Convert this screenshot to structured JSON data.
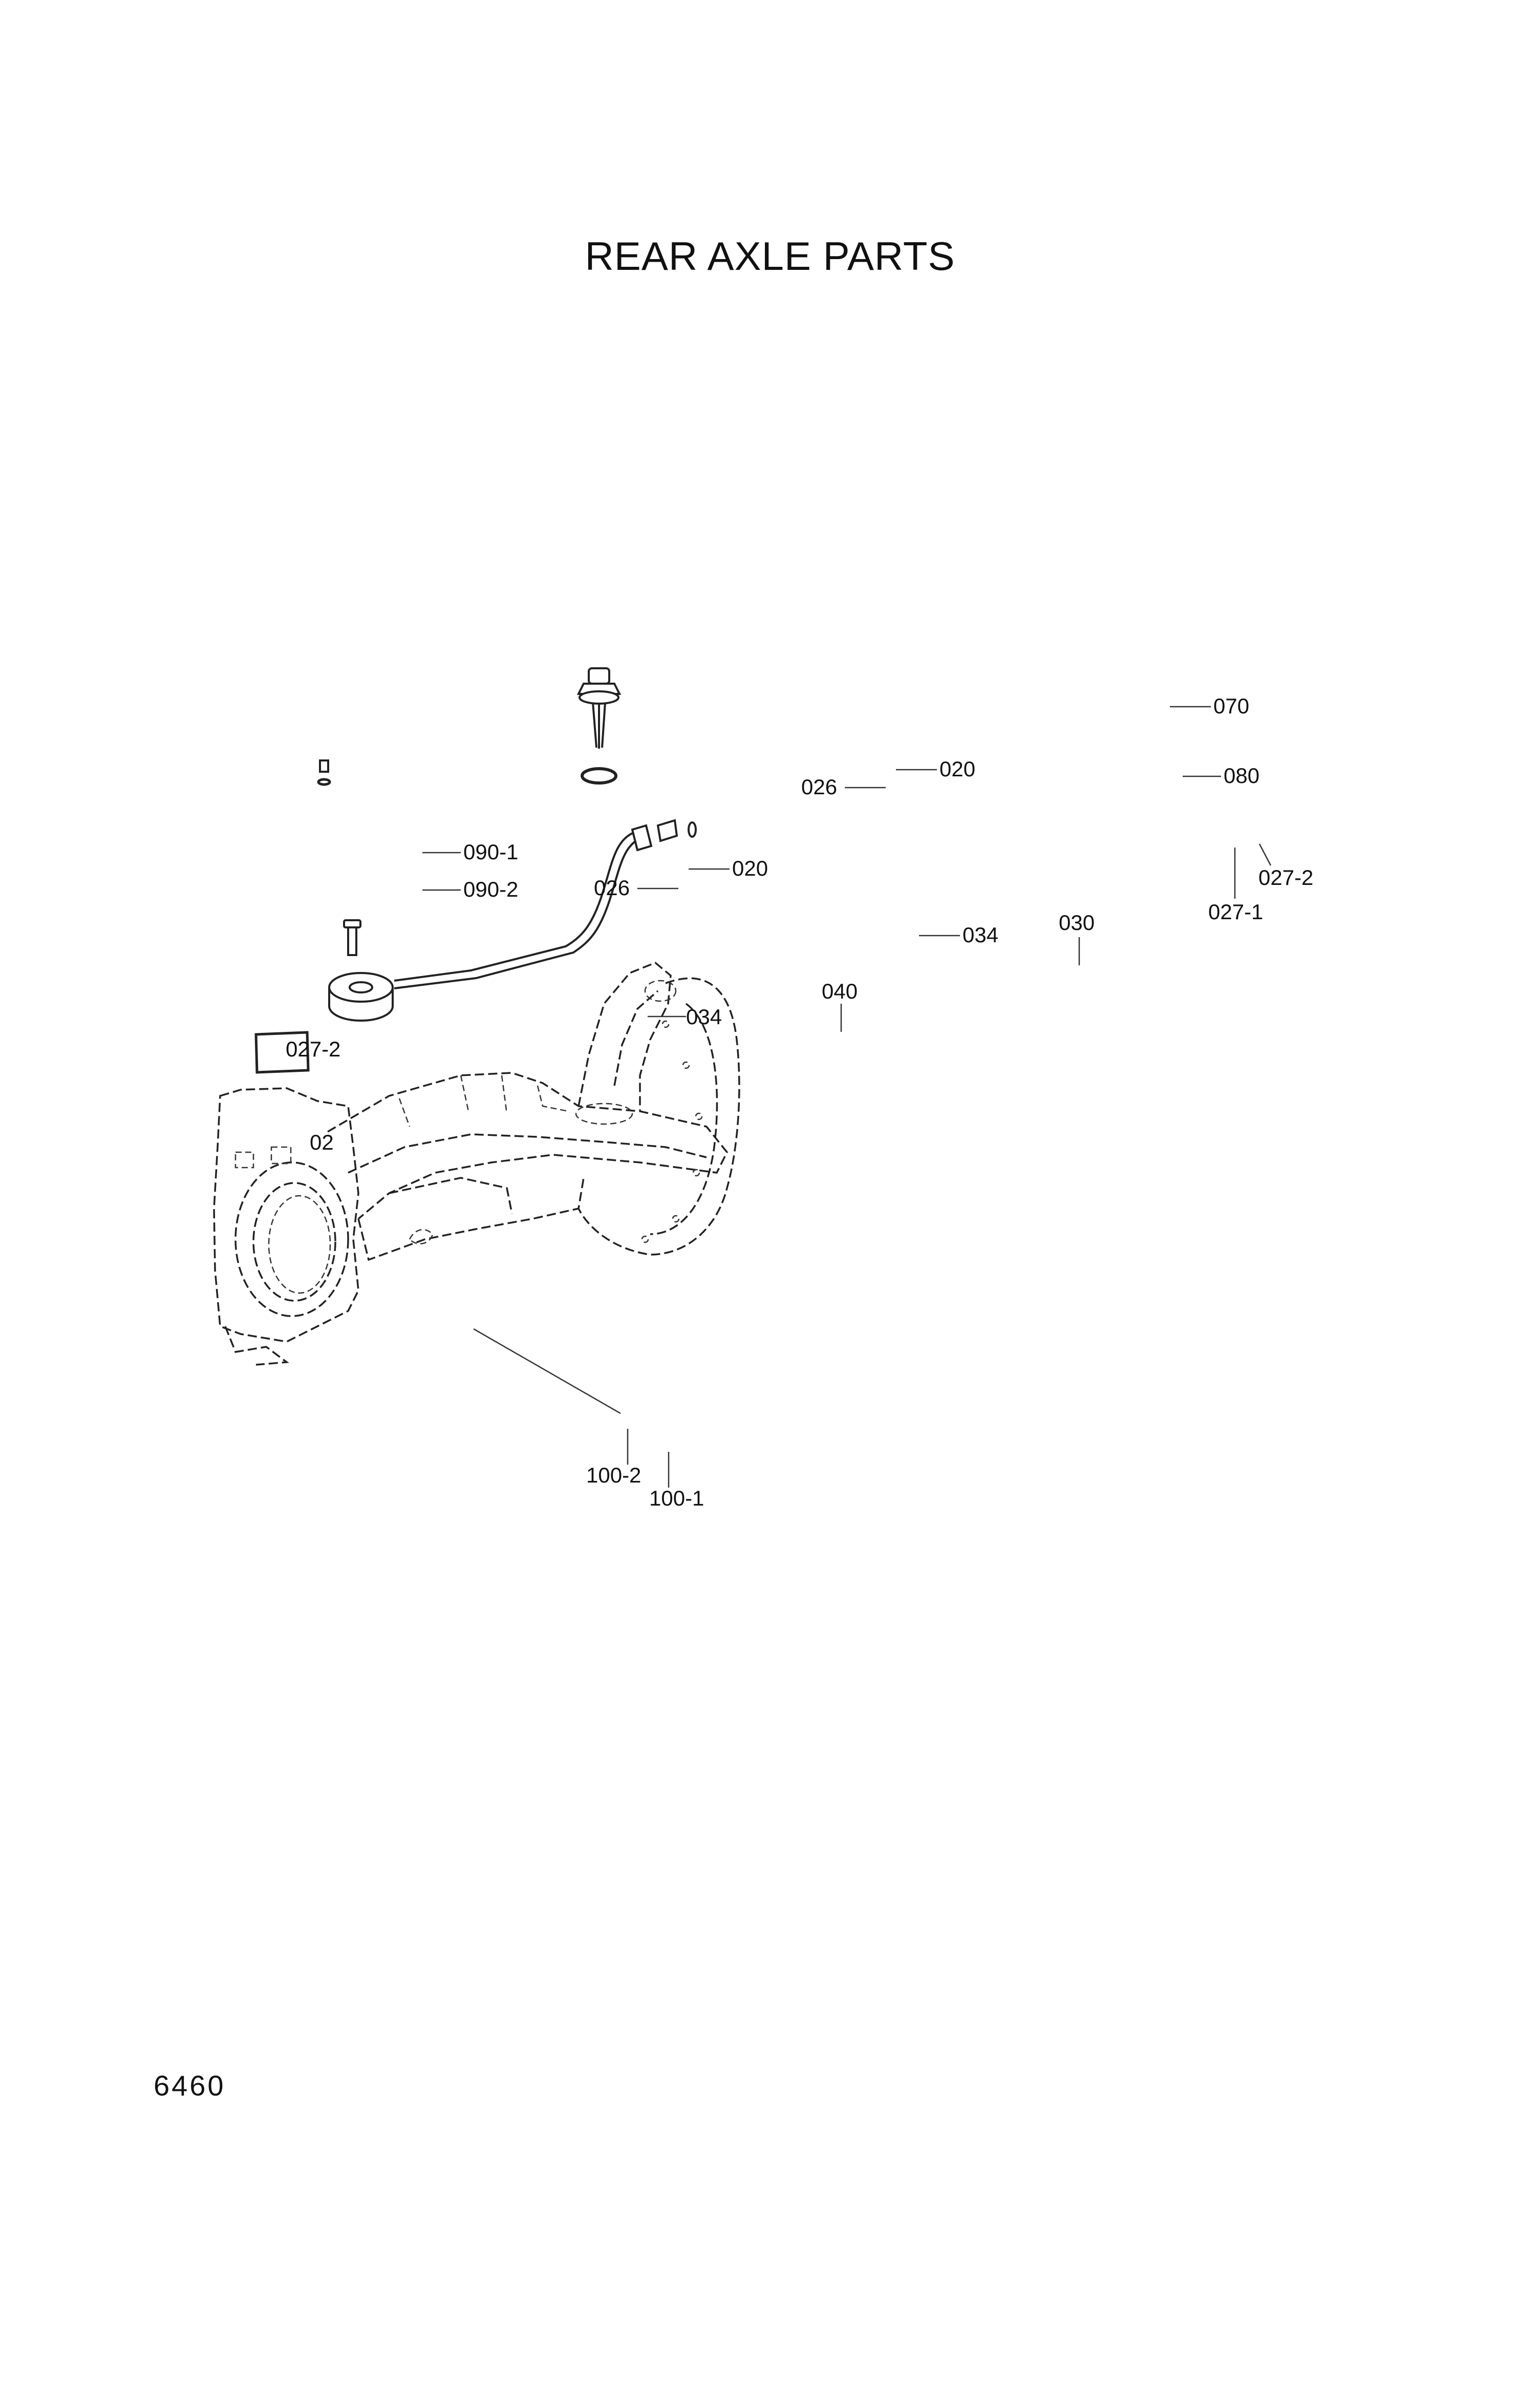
{
  "title": "REAR AXLE PARTS",
  "page_number": "6460",
  "callouts": [
    {
      "id": "c-070",
      "label": "070"
    },
    {
      "id": "c-020-top",
      "label": "020"
    },
    {
      "id": "c-026-top",
      "label": "026"
    },
    {
      "id": "c-080",
      "label": "080"
    },
    {
      "id": "c-090-1",
      "label": "090-1"
    },
    {
      "id": "c-090-2",
      "label": "090-2"
    },
    {
      "id": "c-020-mid",
      "label": "020"
    },
    {
      "id": "c-026-mid",
      "label": "026"
    },
    {
      "id": "c-027-2-right",
      "label": "027-2"
    },
    {
      "id": "c-027-1",
      "label": "027-1"
    },
    {
      "id": "c-030",
      "label": "030"
    },
    {
      "id": "c-034-right",
      "label": "034"
    },
    {
      "id": "c-040",
      "label": "040"
    },
    {
      "id": "c-034-mid",
      "label": "034"
    },
    {
      "id": "c-027-2-left",
      "label": "027-2"
    },
    {
      "id": "c-02-left",
      "label": "02"
    },
    {
      "id": "c-100-2",
      "label": "100-2"
    },
    {
      "id": "c-100-1",
      "label": "100-1"
    }
  ]
}
